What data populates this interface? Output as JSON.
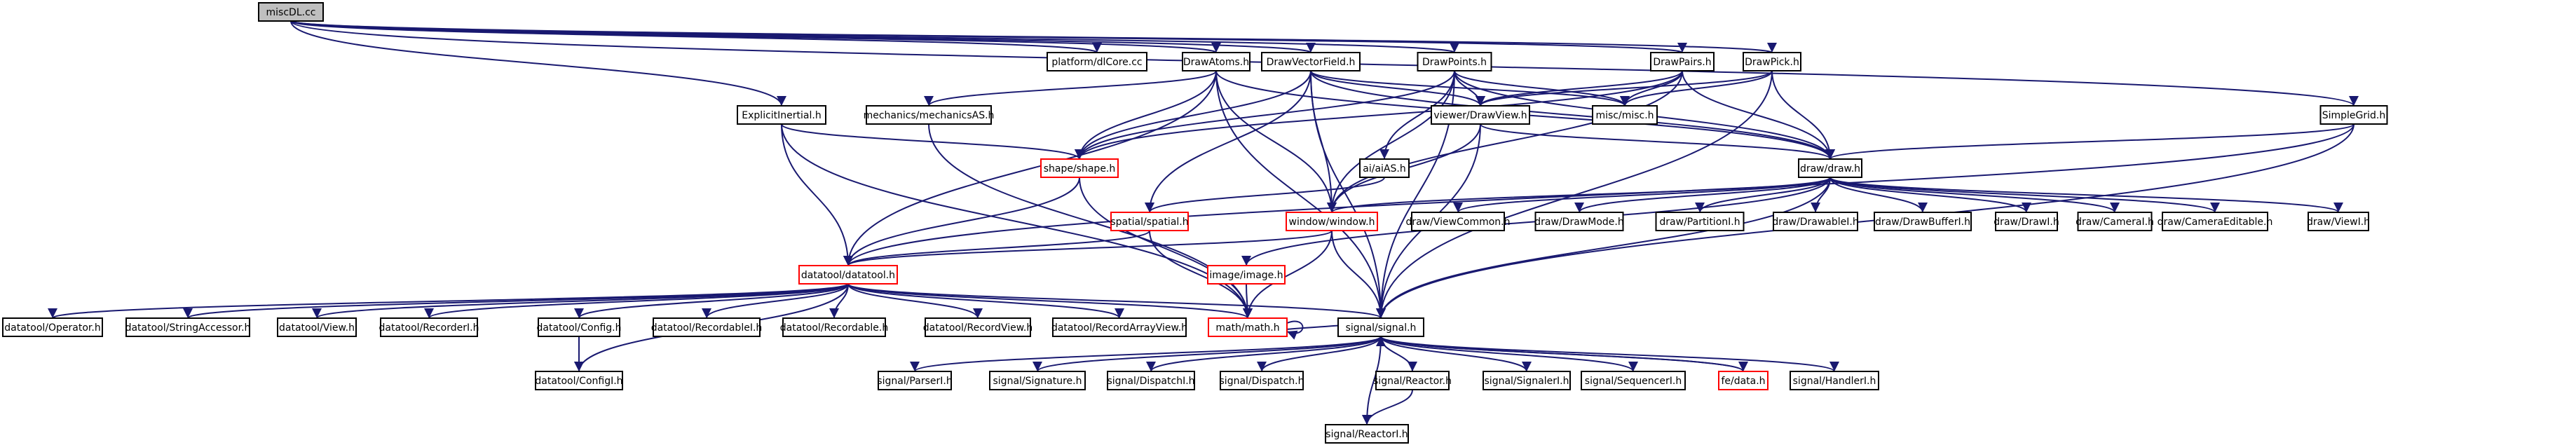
{
  "colors": {
    "edge": "#191970",
    "box_border": "#000000",
    "box_border_incomplete": "#ff0000",
    "root_fill": "#bfbfbf",
    "box_fill": "#ffffff",
    "text": "#000000"
  },
  "nodes": [
    {
      "id": "miscDL",
      "label": "miscDL.cc",
      "root": true
    },
    {
      "id": "platform",
      "label": "platform/dlCore.cc"
    },
    {
      "id": "drawAtoms",
      "label": "DrawAtoms.h"
    },
    {
      "id": "drawVectorField",
      "label": "DrawVectorField.h"
    },
    {
      "id": "drawPoints",
      "label": "DrawPoints.h"
    },
    {
      "id": "drawPairs",
      "label": "DrawPairs.h"
    },
    {
      "id": "drawPick",
      "label": "DrawPick.h"
    },
    {
      "id": "explicitInertial",
      "label": "ExplicitInertial.h"
    },
    {
      "id": "mechanicsAS",
      "label": "mechanics/mechanicsAS.h"
    },
    {
      "id": "viewerDrawView",
      "label": "viewer/DrawView.h"
    },
    {
      "id": "miscMisc",
      "label": "misc/misc.h"
    },
    {
      "id": "simpleGrid",
      "label": "SimpleGrid.h"
    },
    {
      "id": "shape",
      "label": "shape/shape.h",
      "incomplete": true
    },
    {
      "id": "aiAS",
      "label": "ai/aiAS.h"
    },
    {
      "id": "drawDraw",
      "label": "draw/draw.h"
    },
    {
      "id": "spatial",
      "label": "spatial/spatial.h",
      "incomplete": true
    },
    {
      "id": "window",
      "label": "window/window.h",
      "incomplete": true
    },
    {
      "id": "viewCommon",
      "label": "draw/ViewCommon.h"
    },
    {
      "id": "drawMode",
      "label": "draw/DrawMode.h"
    },
    {
      "id": "partitionI",
      "label": "draw/PartitionI.h"
    },
    {
      "id": "drawableI",
      "label": "draw/DrawableI.h"
    },
    {
      "id": "drawBufferI",
      "label": "draw/DrawBufferI.h"
    },
    {
      "id": "drawI",
      "label": "draw/DrawI.h"
    },
    {
      "id": "cameraI",
      "label": "draw/CameraI.h"
    },
    {
      "id": "cameraEditable",
      "label": "draw/CameraEditable.h"
    },
    {
      "id": "viewI",
      "label": "draw/ViewI.h"
    },
    {
      "id": "datatool",
      "label": "datatool/datatool.h",
      "incomplete": true
    },
    {
      "id": "image",
      "label": "image/image.h",
      "incomplete": true
    },
    {
      "id": "operator",
      "label": "datatool/Operator.h"
    },
    {
      "id": "stringAccessor",
      "label": "datatool/StringAccessor.h"
    },
    {
      "id": "dtView",
      "label": "datatool/View.h"
    },
    {
      "id": "recorderI",
      "label": "datatool/RecorderI.h"
    },
    {
      "id": "config",
      "label": "datatool/Config.h"
    },
    {
      "id": "recordableI",
      "label": "datatool/RecordableI.h"
    },
    {
      "id": "recordable",
      "label": "datatool/Recordable.h"
    },
    {
      "id": "recordView",
      "label": "datatool/RecordView.h"
    },
    {
      "id": "recordArrayView",
      "label": "datatool/RecordArrayView.h"
    },
    {
      "id": "math",
      "label": "math/math.h",
      "incomplete": true
    },
    {
      "id": "signal",
      "label": "signal/signal.h"
    },
    {
      "id": "configI",
      "label": "datatool/ConfigI.h"
    },
    {
      "id": "parserI",
      "label": "signal/ParserI.h"
    },
    {
      "id": "signature",
      "label": "signal/Signature.h"
    },
    {
      "id": "dispatchI",
      "label": "signal/DispatchI.h"
    },
    {
      "id": "dispatch",
      "label": "signal/Dispatch.h"
    },
    {
      "id": "reactor",
      "label": "signal/Reactor.h"
    },
    {
      "id": "signalerI",
      "label": "signal/SignalerI.h"
    },
    {
      "id": "sequencerI",
      "label": "signal/SequencerI.h"
    },
    {
      "id": "feData",
      "label": "fe/data.h",
      "incomplete": true
    },
    {
      "id": "handlerI",
      "label": "signal/HandlerI.h"
    },
    {
      "id": "reactorI",
      "label": "signal/ReactorI.h"
    }
  ],
  "edges": [
    [
      "miscDL",
      "platform"
    ],
    [
      "miscDL",
      "drawAtoms"
    ],
    [
      "miscDL",
      "drawVectorField"
    ],
    [
      "miscDL",
      "drawPoints"
    ],
    [
      "miscDL",
      "drawPairs"
    ],
    [
      "miscDL",
      "drawPick"
    ],
    [
      "miscDL",
      "explicitInertial"
    ],
    [
      "miscDL",
      "simpleGrid"
    ],
    [
      "drawAtoms",
      "mechanicsAS"
    ],
    [
      "drawAtoms",
      "shape"
    ],
    [
      "drawAtoms",
      "window"
    ],
    [
      "drawAtoms",
      "drawDraw"
    ],
    [
      "drawAtoms",
      "signal"
    ],
    [
      "drawAtoms",
      "datatool"
    ],
    [
      "drawVectorField",
      "viewerDrawView"
    ],
    [
      "drawVectorField",
      "miscMisc"
    ],
    [
      "drawVectorField",
      "shape"
    ],
    [
      "drawVectorField",
      "spatial"
    ],
    [
      "drawVectorField",
      "window"
    ],
    [
      "drawVectorField",
      "drawDraw"
    ],
    [
      "drawVectorField",
      "signal"
    ],
    [
      "drawPoints",
      "viewerDrawView"
    ],
    [
      "drawPoints",
      "miscMisc"
    ],
    [
      "drawPoints",
      "shape"
    ],
    [
      "drawPoints",
      "aiAS"
    ],
    [
      "drawPoints",
      "window"
    ],
    [
      "drawPoints",
      "drawDraw"
    ],
    [
      "drawPoints",
      "signal"
    ],
    [
      "drawPairs",
      "viewerDrawView"
    ],
    [
      "drawPairs",
      "miscMisc"
    ],
    [
      "drawPairs",
      "shape"
    ],
    [
      "drawPairs",
      "window"
    ],
    [
      "drawPairs",
      "drawDraw"
    ],
    [
      "drawPick",
      "viewerDrawView"
    ],
    [
      "drawPick",
      "miscMisc"
    ],
    [
      "drawPick",
      "drawDraw"
    ],
    [
      "drawPick",
      "signal"
    ],
    [
      "explicitInertial",
      "shape"
    ],
    [
      "explicitInertial",
      "datatool"
    ],
    [
      "explicitInertial",
      "math"
    ],
    [
      "simpleGrid",
      "drawDraw"
    ],
    [
      "simpleGrid",
      "signal"
    ],
    [
      "simpleGrid",
      "datatool"
    ],
    [
      "mechanicsAS",
      "math"
    ],
    [
      "viewerDrawView",
      "drawDraw"
    ],
    [
      "viewerDrawView",
      "window"
    ],
    [
      "viewerDrawView",
      "signal"
    ],
    [
      "shape",
      "datatool"
    ],
    [
      "shape",
      "math"
    ],
    [
      "aiAS",
      "spatial"
    ],
    [
      "spatial",
      "datatool"
    ],
    [
      "spatial",
      "math"
    ],
    [
      "window",
      "datatool"
    ],
    [
      "window",
      "math"
    ],
    [
      "window",
      "signal"
    ],
    [
      "drawDraw",
      "window"
    ],
    [
      "drawDraw",
      "viewCommon"
    ],
    [
      "drawDraw",
      "drawMode"
    ],
    [
      "drawDraw",
      "partitionI"
    ],
    [
      "drawDraw",
      "drawableI"
    ],
    [
      "drawDraw",
      "drawBufferI"
    ],
    [
      "drawDraw",
      "drawI"
    ],
    [
      "drawDraw",
      "cameraI"
    ],
    [
      "drawDraw",
      "cameraEditable"
    ],
    [
      "drawDraw",
      "viewI"
    ],
    [
      "drawDraw",
      "image"
    ],
    [
      "drawDraw",
      "signal"
    ],
    [
      "image",
      "math"
    ],
    [
      "datatool",
      "operator"
    ],
    [
      "datatool",
      "stringAccessor"
    ],
    [
      "datatool",
      "dtView"
    ],
    [
      "datatool",
      "recorderI"
    ],
    [
      "datatool",
      "config"
    ],
    [
      "datatool",
      "recordableI"
    ],
    [
      "datatool",
      "recordable"
    ],
    [
      "datatool",
      "recordView"
    ],
    [
      "datatool",
      "recordArrayView"
    ],
    [
      "datatool",
      "math"
    ],
    [
      "datatool",
      "signal"
    ],
    [
      "datatool",
      "configI"
    ],
    [
      "config",
      "configI"
    ],
    [
      "math",
      "math"
    ],
    [
      "math",
      "signal"
    ],
    [
      "signal",
      "parserI"
    ],
    [
      "signal",
      "signature"
    ],
    [
      "signal",
      "dispatchI"
    ],
    [
      "signal",
      "dispatch"
    ],
    [
      "signal",
      "reactor"
    ],
    [
      "signal",
      "signalerI"
    ],
    [
      "signal",
      "sequencerI"
    ],
    [
      "signal",
      "feData"
    ],
    [
      "signal",
      "handlerI"
    ],
    [
      "signal",
      "reactorI"
    ],
    [
      "reactor",
      "reactorI"
    ],
    [
      "feData",
      "signal"
    ]
  ]
}
